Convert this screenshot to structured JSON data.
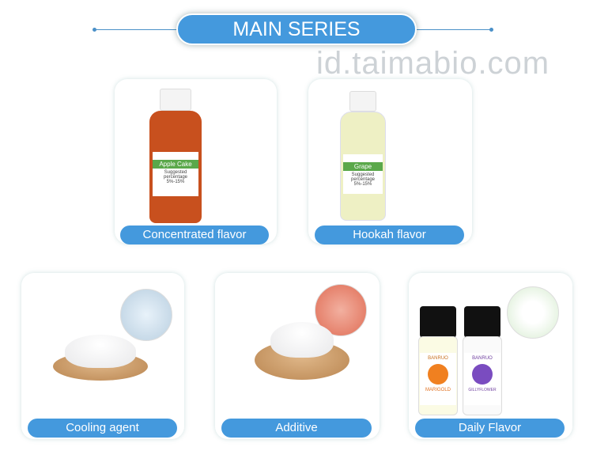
{
  "header": {
    "title": "MAIN SERIES"
  },
  "products": [
    {
      "label": "Concentrated flavor",
      "bottle_name": "Apple Cake",
      "bottle_sub": "Suggested percentage",
      "bottle_pct": "5%-15%",
      "color": "#c8501e"
    },
    {
      "label": "Hookah flavor",
      "bottle_name": "Grape",
      "bottle_sub": "Suggested percentage",
      "bottle_pct": "5%-15%",
      "color": "#eef0c4"
    },
    {
      "label": "Cooling agent"
    },
    {
      "label": "Additive"
    },
    {
      "label": "Daily Flavor",
      "bottles": [
        {
          "brand": "BANRUO",
          "name": "MARIGOLD"
        },
        {
          "brand": "BANRUO",
          "name": "GILLYFLOWER"
        }
      ]
    }
  ],
  "colors": {
    "accent": "#4499dd"
  },
  "watermark": "id.taimabio.com"
}
